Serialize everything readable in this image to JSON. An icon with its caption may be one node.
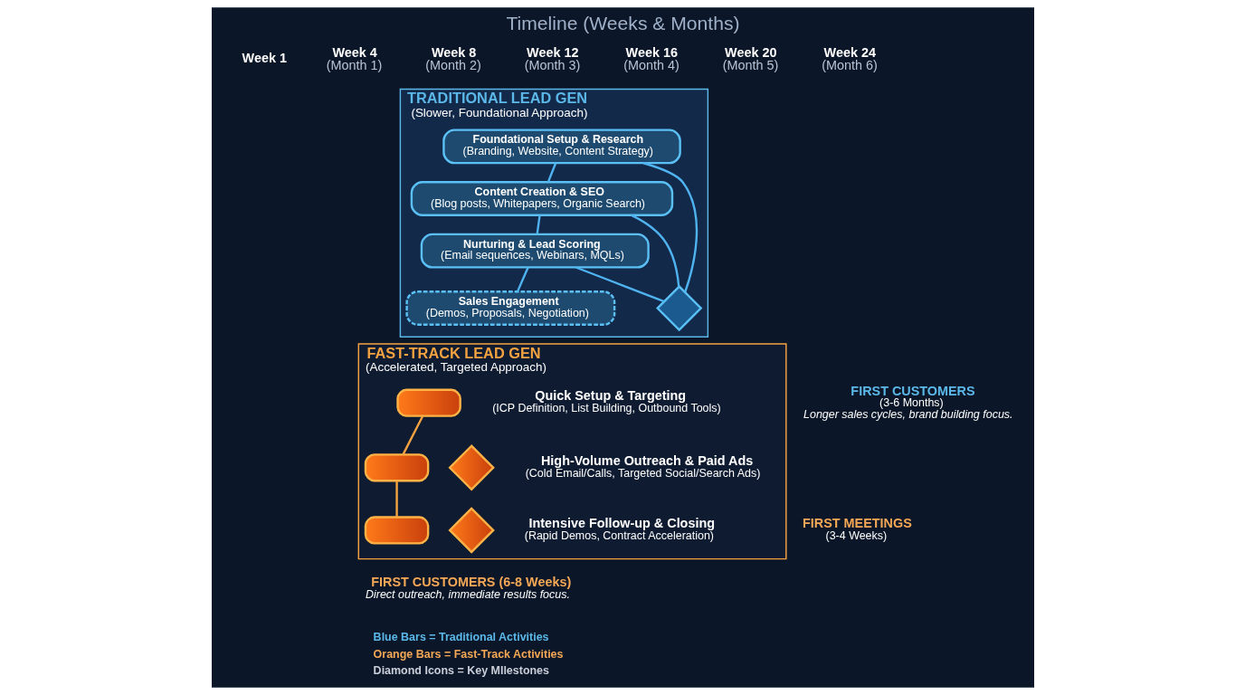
{
  "diagram": {
    "title": "Timeline (Weeks & Months)",
    "nodes": [
      {
        "text": [
          "TRADITIONAL LEAD GEN",
          "(Slower, Foundational Approach)"
        ]
      },
      {
        "text": [
          "Foundational Setup & Research",
          "(Branding, Website, Content Strategy)"
        ],
        "in": 0
      },
      {
        "text": [
          "Content Creation & SEO",
          "(Blog posts, Whitepapers, Organic Search)"
        ],
        "in": 0
      },
      {
        "text": [
          "Nurturing & Lead Scoring",
          "(Email sequences, Webinars, MQLs)"
        ],
        "in": 0
      },
      {
        "text": [
          "Sales Engagement",
          "(Demos, Proposals, Negotiation)"
        ],
        "in": 0
      },
      {
        "text": [],
        "shape": "diamond",
        "in": 0,
        "beside": [
          "FIRST CUSTOMERS",
          "(3-6 Months)",
          "Longer sales cycles, brand building focus."
        ]
      },
      {
        "text": [
          "FAST-TRACK LEAD GEN",
          "(Accelerated, Targeted Approach)"
        ]
      },
      {
        "text": [],
        "shape": "bar",
        "in": 6,
        "beside": [
          "Quick Setup & Targeting",
          "(ICP Definition, List Building, Outbound Tools)"
        ]
      },
      {
        "text": [],
        "shape": "bar",
        "in": 6,
        "beside": [
          "High-Volume Outreach & Paid Ads",
          "(Cold Email/Calls, Targeted Social/Search Ads)"
        ]
      },
      {
        "text": [],
        "shape": "diamond",
        "in": 6,
        "beside": [
          "FIRST MEETINGS",
          "(3-4 Weeks)"
        ]
      },
      {
        "text": [],
        "shape": "bar",
        "in": 6,
        "beside": [
          "Intensive Follow-up & Closing",
          "(Rapid Demos, Contract Acceleration)"
        ]
      },
      {
        "text": [],
        "shape": "diamond",
        "in": 6,
        "beside": [
          "FIRST CUSTOMERS (6-8 Weeks)",
          "Direct outreach, immediate results focus."
        ]
      }
    ],
    "edges": [
      {
        "from": 1,
        "to": 2,
        "arrow": "none"
      },
      {
        "from": 2,
        "to": 3,
        "arrow": "none"
      },
      {
        "from": 3,
        "to": 4,
        "arrow": "none"
      },
      {
        "from": 1,
        "to": 5,
        "arrow": "none"
      },
      {
        "from": 2,
        "to": 5,
        "arrow": "none"
      },
      {
        "from": 3,
        "to": 5,
        "arrow": "none"
      },
      {
        "from": 7,
        "to": 8,
        "arrow": "none",
        "color": "#f5a340"
      },
      {
        "from": 8,
        "to": 10,
        "arrow": "none",
        "color": "#f5a340"
      }
    ],
    "labels": [
      "Week 1",
      "Week 4",
      "(Month 1)",
      "Week 8",
      "(Month 2)",
      "Week 12",
      "(Month 3)",
      "Week 16",
      "(Month 4)",
      "Week 20",
      "(Month 5)",
      "Week 24",
      "(Month 6)"
    ],
    "legend": [
      {
        "text": "Blue Bars = Traditional Activities",
        "color": "#5bb8e8"
      },
      {
        "text": "Orange Bars = Fast-Track Activities",
        "color": "#f5a855"
      },
      {
        "text": "Diamond Icons = Key MIlestones",
        "color": "#c9ced8"
      }
    ]
  }
}
